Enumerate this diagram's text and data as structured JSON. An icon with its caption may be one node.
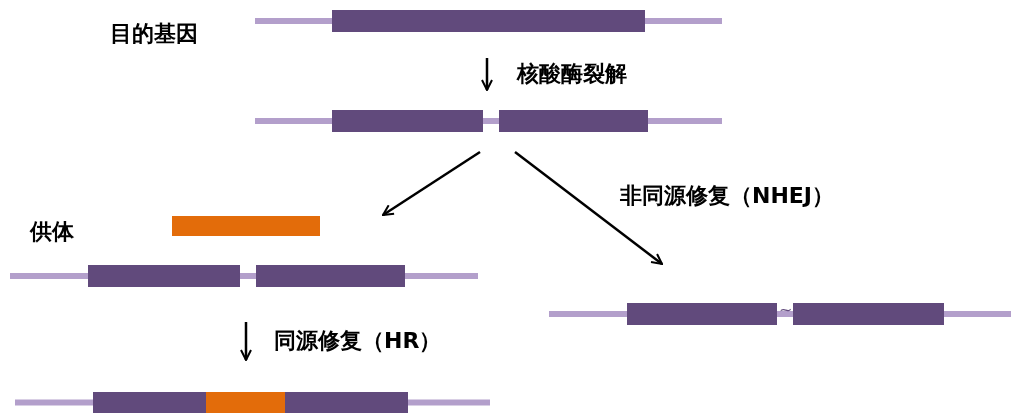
{
  "diagram": {
    "nodes": [
      {
        "text": [],
        "shape": "bar",
        "beside": [
          "目的基因"
        ]
      },
      {
        "text": [],
        "shape": "bar"
      },
      {
        "text": [],
        "shape": "bar"
      },
      {
        "text": [],
        "shape": "bar"
      },
      {
        "text": [],
        "shape": "bar"
      },
      {
        "text": [],
        "shape": "bar"
      }
    ],
    "edges": [
      {
        "from": 0,
        "to": 1,
        "arrow": "to",
        "label": "核酸酶裂解"
      },
      {
        "from": 1,
        "to": 3,
        "arrow": "to"
      },
      {
        "from": 1,
        "to": 5,
        "arrow": "to",
        "label": "非同源修复（NHEJ）"
      },
      {
        "from": 3,
        "to": 4,
        "arrow": "to",
        "label": "同源修复（HR）"
      }
    ],
    "labels": [
      "供体",
      "~"
    ]
  }
}
